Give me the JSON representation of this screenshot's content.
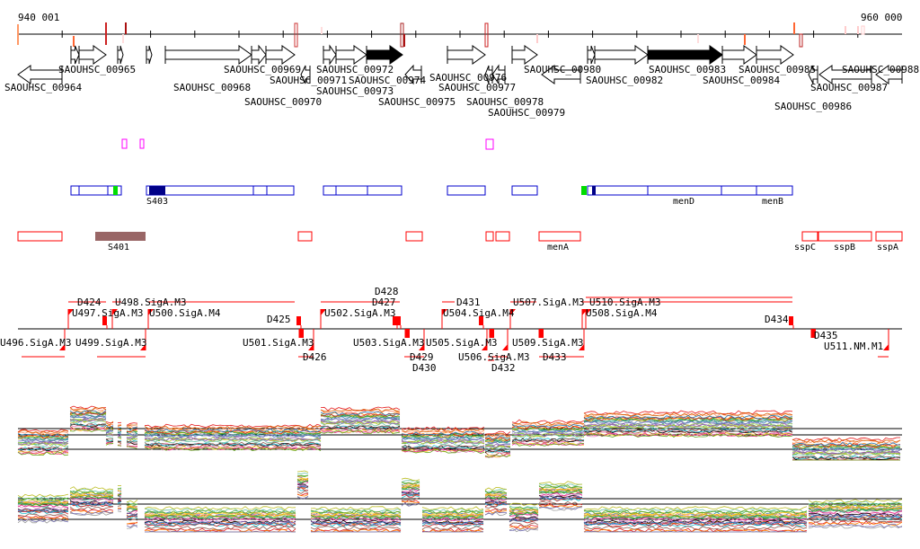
{
  "ruler": {
    "start_label": "940 001",
    "end_label": "960 000"
  },
  "genes": [
    "SAOUHSC_00964",
    "SAOUHSC_00965",
    "SAOUHSC_00968",
    "SAOUHSC_00969",
    "SAOUHSC_00970",
    "SAOUHSC_00971",
    "SAOUHSC_00972",
    "SAOUHSC_00973",
    "SAOUHSC_00974",
    "SAOUHSC_00975",
    "SAOUHSC_00976",
    "SAOUHSC_00977",
    "SAOUHSC_00978",
    "SAOUHSC_00979",
    "SAOUHSC_00980",
    "SAOUHSC_00982",
    "SAOUHSC_00983",
    "SAOUHSC_00984",
    "SAOUHSC_00985",
    "SAOUHSC_00986",
    "SAOUHSC_00987",
    "SAOUHSC_00988"
  ],
  "blue_track_labels": [
    "S403",
    "menD",
    "menB"
  ],
  "red_track_labels": [
    "S401",
    "menA",
    "sspC",
    "sspB",
    "sspA"
  ],
  "transcript_labels": [
    "U496.SigA.M3",
    "U497.SigA.M3",
    "D424",
    "U498.SigA.M3",
    "U500.SigA.M4",
    "U499.SigA.M3",
    "D425",
    "D426",
    "U501.SigA.M3",
    "U502.SigA.M3",
    "D427",
    "D428",
    "D429",
    "D430",
    "U503.SigA.M3",
    "U505.SigA.M3",
    "U504.SigA.M4",
    "D431",
    "D432",
    "U506.SigA.M3",
    "U507.SigA.M3",
    "D433",
    "U509.SigA.M3",
    "U508.SigA.M4",
    "U510.SigA.M3",
    "D434",
    "D435",
    "U511.NM.M1"
  ],
  "colors": {
    "sigma": "#ff0000",
    "operon": "#0000cc",
    "dark_operon": "#000088",
    "green": "#00dd00",
    "magenta": "#ff00ff",
    "srna": "#996666"
  }
}
